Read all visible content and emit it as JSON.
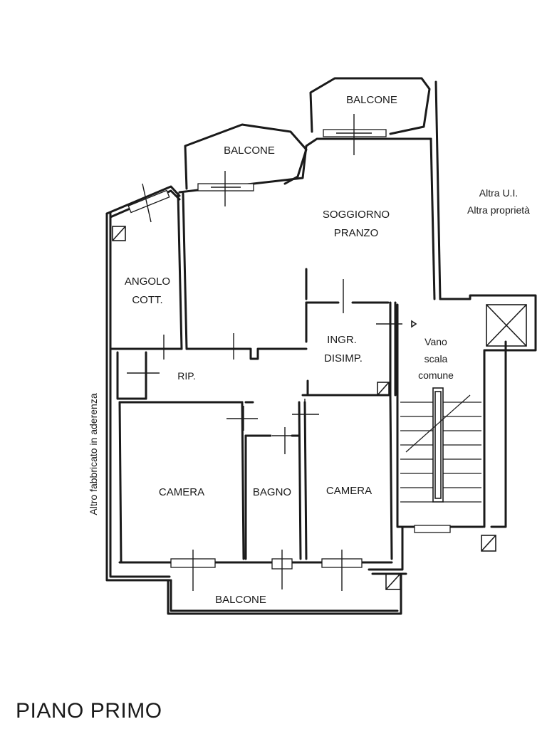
{
  "labels": {
    "balcone_left": "BALCONE",
    "balcone_right": "BALCONE",
    "balcone_bottom": "BALCONE",
    "soggiorno_1": "SOGGIORNO",
    "soggiorno_2": "PRANZO",
    "angolo_1": "ANGOLO",
    "angolo_2": "COTT.",
    "ingr_1": "INGR.",
    "ingr_2": "DISIMP.",
    "rip": "RIP.",
    "camera_left": "CAMERA",
    "bagno": "BAGNO",
    "camera_right": "CAMERA",
    "vano_1": "Vano",
    "vano_2": "scala",
    "vano_3": "comune",
    "altra_1": "Altra U.I.",
    "altra_2": "Altra proprietà",
    "side_note": "Altro fabbricato in aderenza"
  },
  "title": "PIANO PRIMO"
}
